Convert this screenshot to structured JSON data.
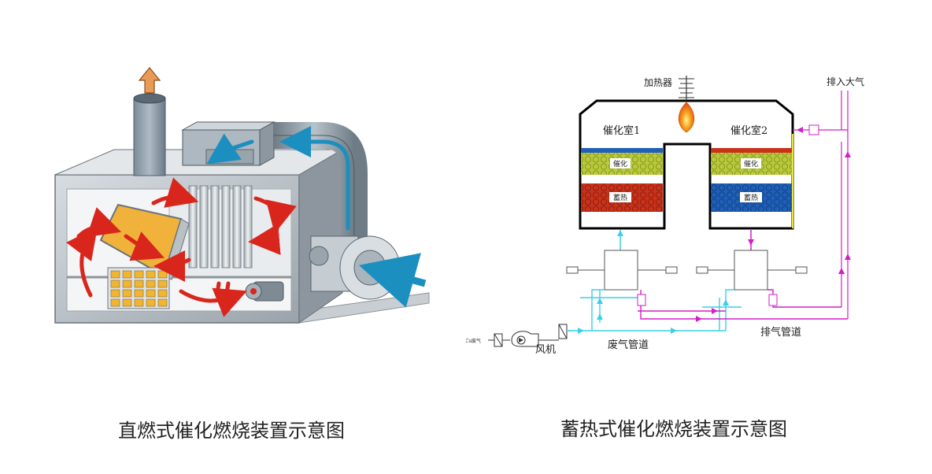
{
  "left": {
    "caption": "直燃式催化燃烧装置示意图"
  },
  "right": {
    "caption": "蓄热式催化燃烧装置示意图",
    "labels": {
      "heater": "加热器",
      "exhaust_to_atmosphere": "排入大气",
      "chamber1": "催化室1",
      "chamber2": "催化室2",
      "catalyst_layer": "催化",
      "heat_storage_layer": "蓄热",
      "voc_input": "VOCs废气",
      "fan": "风机",
      "waste_gas_pipe": "废气管道",
      "exhaust_pipe": "排气管道"
    }
  },
  "colors": {
    "flow_red": "#d9261c",
    "flow_blue": "#1b8fc0",
    "catalyst_green": "#b8c93a",
    "heat_red": "#c9321a",
    "heat_blue": "#1f5fb8",
    "pipe_cyan": "#39d0e6",
    "pipe_magenta": "#d21fc9",
    "flame_orange": "#f07a10"
  }
}
